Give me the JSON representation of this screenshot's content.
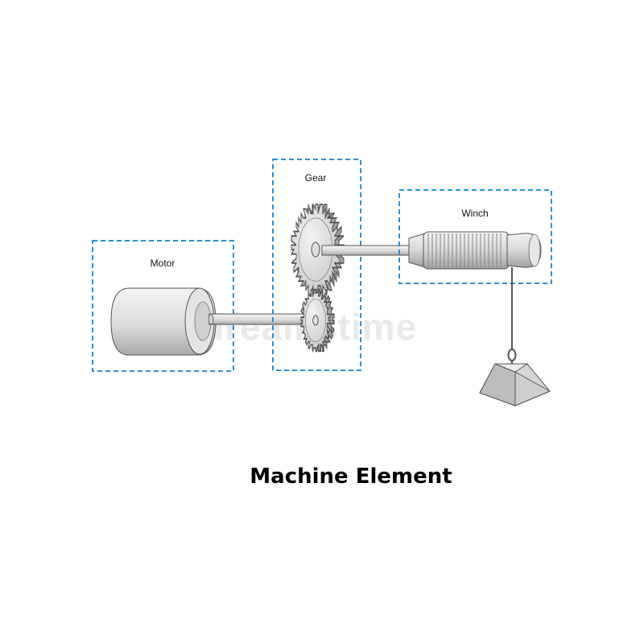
{
  "diagram": {
    "components": {
      "motor": {
        "label": "Motor"
      },
      "gear": {
        "label": "Gear"
      },
      "winch": {
        "label": "Winch"
      }
    },
    "title": "Machine Element",
    "watermark": "dreamstime"
  },
  "colors": {
    "box_outline": "#2a8fd8",
    "metal_light": "#eeeeee",
    "metal_mid": "#cfcfcf",
    "metal_dark": "#9a9a9a",
    "outline": "#555555"
  },
  "icons": [
    "motor-icon",
    "gear-icon",
    "winch-drum-icon",
    "hook-icon",
    "weight-icon"
  ]
}
